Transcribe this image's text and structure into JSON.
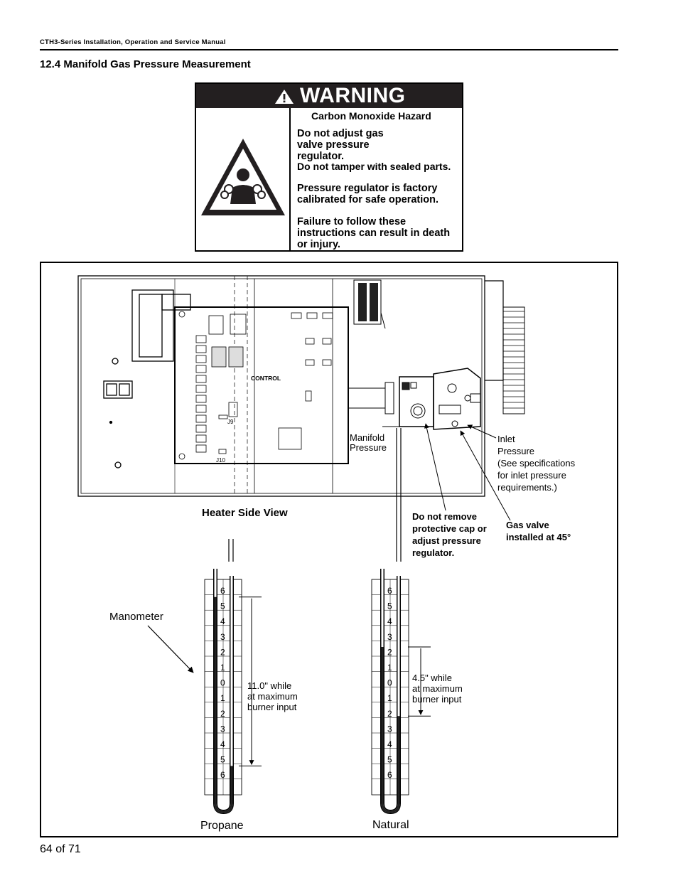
{
  "header": {
    "manual_title": "CTH3-Series Installation, Operation and Service Manual"
  },
  "section": {
    "title": "12.4 Manifold Gas Pressure Measurement"
  },
  "warning": {
    "heading": "WARNING",
    "hazard": "Carbon Monoxide Hazard",
    "lines": [
      "Do not adjust gas valve pressure regulator.",
      "Do not tamper with sealed parts.",
      "Pressure regulator is factory calibrated for safe operation.",
      "Failure to follow these instructions can result in death or injury."
    ],
    "symbol_icon": "carbon-monoxide-hazard-icon"
  },
  "figure": {
    "control_label": "CONTROL",
    "j9": "J9",
    "j10": "J10",
    "manifold_label": [
      "Manifold",
      "Pressure"
    ],
    "inlet_label": [
      "Inlet",
      "Pressure",
      "(See specifications",
      "for inlet pressure",
      "requirements.)"
    ],
    "caution_label": [
      "Do not remove",
      "protective cap or",
      "adjust pressure",
      "regulator."
    ],
    "valve_label": [
      "Gas valve",
      "installed at 45°"
    ],
    "side_view_caption": "Heater Side View",
    "manometer_label": "Manometer",
    "scale_ticks": [
      "6",
      "5",
      "4",
      "3",
      "2",
      "1",
      "0",
      "1",
      "2",
      "3",
      "4",
      "5",
      "6"
    ],
    "propane": {
      "caption": "Propane",
      "reading": [
        "11.0\" while",
        "at maximum",
        "burner input"
      ],
      "level_high": 5.5,
      "level_low": -5.5
    },
    "natural": {
      "caption": "Natural",
      "reading": [
        "4.5\" while",
        "at maximum",
        "burner input"
      ],
      "level_high": 2.25,
      "level_low": -2.25
    }
  },
  "footer": {
    "page": "64 of 71"
  }
}
